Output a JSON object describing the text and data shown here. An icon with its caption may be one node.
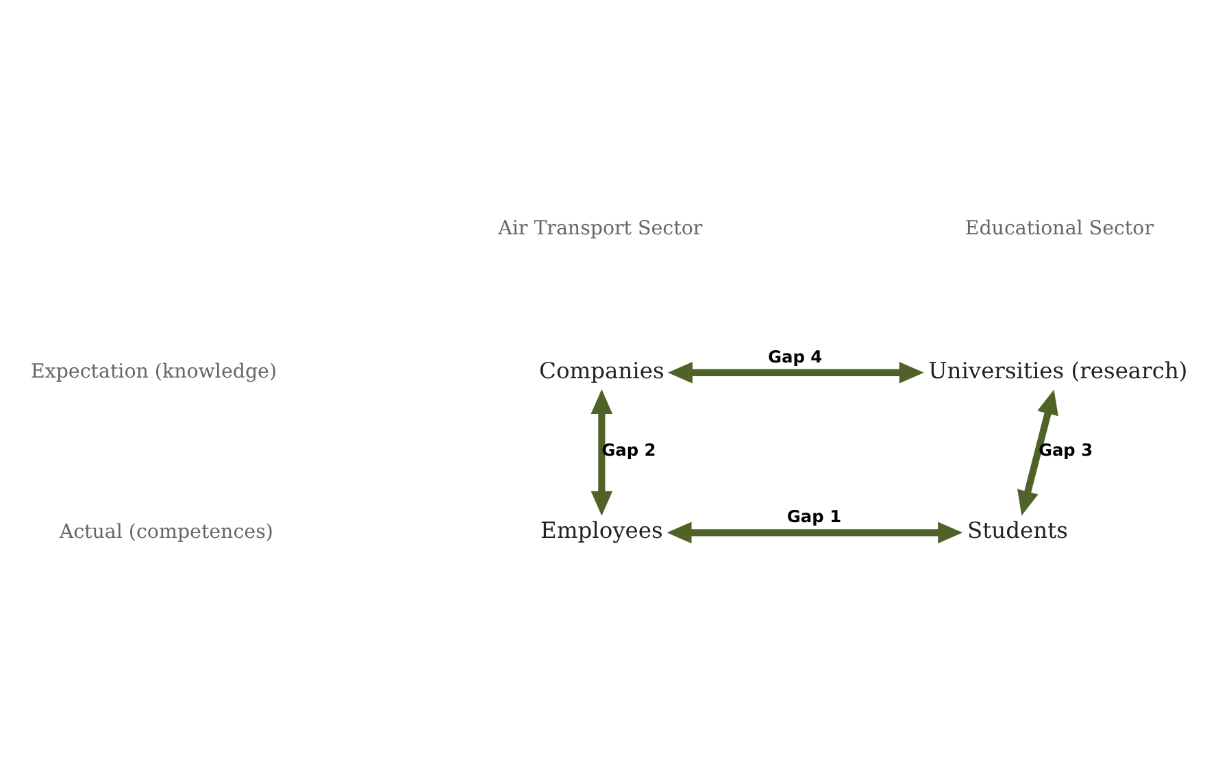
{
  "diagram": {
    "nodes": [
      {
        "text": [
          "Companies"
        ]
      },
      {
        "text": [
          "Universities (research)"
        ]
      },
      {
        "text": [
          "Employees"
        ]
      },
      {
        "text": [
          "Students"
        ]
      }
    ],
    "edges": [
      {
        "from": 0,
        "to": 1,
        "arrow": "both",
        "label": "Gap 4"
      },
      {
        "from": 0,
        "to": 2,
        "arrow": "both",
        "label": "Gap 2"
      },
      {
        "from": 1,
        "to": 3,
        "arrow": "both",
        "label": "Gap 3"
      },
      {
        "from": 2,
        "to": 3,
        "arrow": "both",
        "label": "Gap 1"
      }
    ],
    "labels": [
      "Air Transport Sector",
      "Educational Sector",
      "Expectation (knowledge)",
      "Actual (competences)"
    ]
  }
}
